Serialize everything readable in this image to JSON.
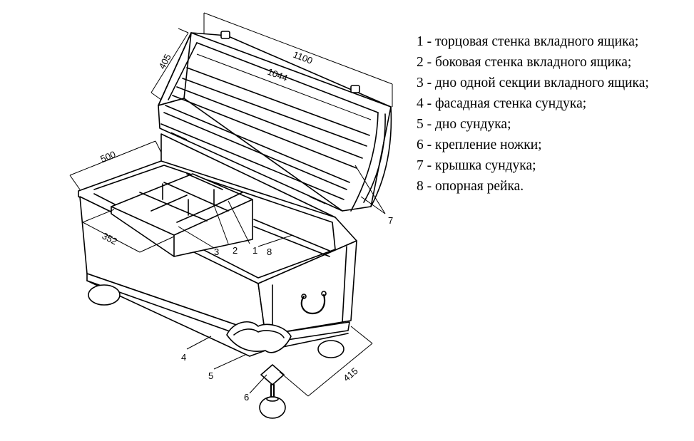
{
  "dimensions": {
    "lid_length": "1100",
    "lid_inner_length": "1044",
    "lid_depth": "405",
    "chest_depth": "500",
    "insert_width": "352",
    "chest_side": "415"
  },
  "callouts": [
    "1",
    "2",
    "3",
    "4",
    "5",
    "6",
    "7",
    "8"
  ],
  "legend": [
    "1 - торцовая стенка вкладного ящика;",
    "2 - боковая стенка вкладного ящика;",
    "3 - дно одной секции вкладного ящика;",
    "4 - фасадная стенка сундука;",
    "5 - дно сундука;",
    "6 - крепление ножки;",
    "7 - крышка сундука;",
    "8 - опорная рейка."
  ]
}
